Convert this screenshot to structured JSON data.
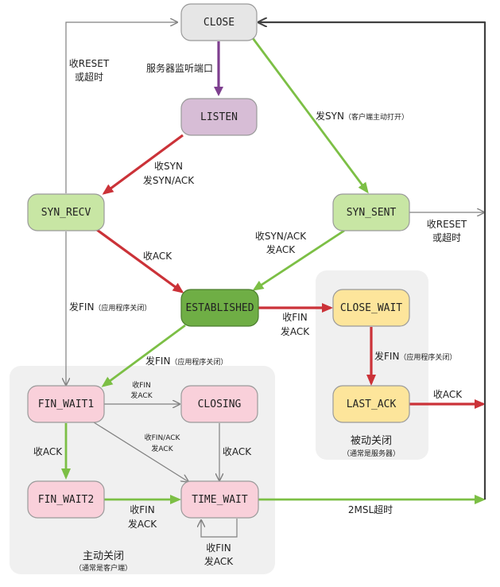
{
  "colors": {
    "close": "#e6e6e6",
    "listen": "#d7bdd6",
    "syn": "#c8e6a4",
    "established": "#6fae45",
    "passive": "#fde59b",
    "active": "#f9d0da",
    "group_bg": "#f0f0f0",
    "arrow_gray": "#808080",
    "arrow_purple": "#7e3f8f",
    "arrow_red": "#cb3238",
    "arrow_green": "#7cbf45",
    "arrow_dark": "#404040"
  },
  "states": {
    "close": "CLOSE",
    "listen": "LISTEN",
    "syn_recv": "SYN_RECV",
    "syn_sent": "SYN_SENT",
    "established": "ESTABLISHED",
    "close_wait": "CLOSE_WAIT",
    "last_ack": "LAST_ACK",
    "fin_wait1": "FIN_WAIT1",
    "closing": "CLOSING",
    "fin_wait2": "FIN_WAIT2",
    "time_wait": "TIME_WAIT"
  },
  "labels": {
    "rst_left_1": "收RESET",
    "rst_left_2": "或超时",
    "server_listen": "服务器监听端口",
    "send_syn": "发SYN",
    "send_syn_note": "（客户端主动打开）",
    "recv_syn_1": "收SYN",
    "recv_syn_2": "发SYN/ACK",
    "rst_right_1": "收RESET",
    "rst_right_2": "或超时",
    "recv_synack_1": "收SYN/ACK",
    "recv_synack_2": "发ACK",
    "recv_ack_est": "收ACK",
    "fin_left": "发FIN",
    "fin_left_note": "（应用程序关闭）",
    "recv_fin_est_1": "收FIN",
    "recv_fin_est_2": "发ACK",
    "fin_est": "发FIN",
    "fin_est_note": "（应用程序关闭）",
    "fin_cw": "发FIN",
    "fin_cw_note": "（应用程序关闭）",
    "fw1_closing_1": "收FIN",
    "fw1_closing_2": "发ACK",
    "recv_ack_last": "收ACK",
    "diag_1": "收FIN/ACK",
    "diag_2": "发ACK",
    "recv_ack_closing": "收ACK",
    "recv_ack_fw1": "收ACK",
    "fw2_tw_1": "收FIN",
    "fw2_tw_2": "发ACK",
    "msl": "2MSL超时",
    "tw_self_1": "收FIN",
    "tw_self_2": "发ACK"
  },
  "groups": {
    "passive_title": "被动关闭",
    "passive_sub": "（通常是服务器）",
    "active_title": "主动关闭",
    "active_sub": "（通常是客户端）"
  }
}
